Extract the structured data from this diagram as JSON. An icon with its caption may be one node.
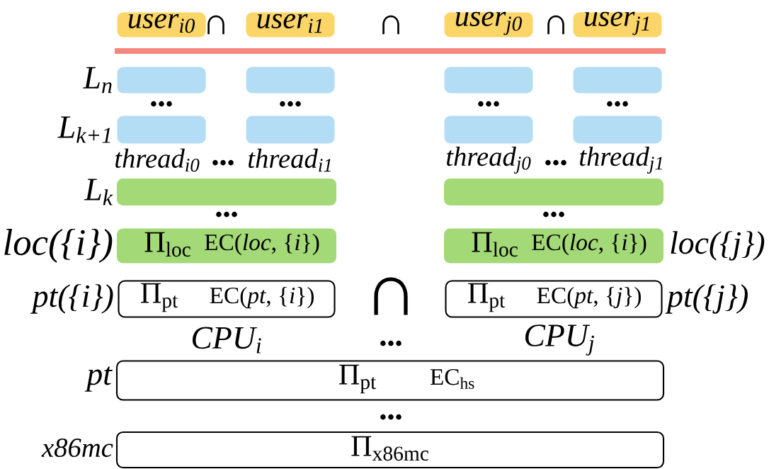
{
  "diagram": {
    "nodes": [
      {
        "text": [
          "user$_{i0}$"
        ]
      },
      {
        "text": [
          "user$_{i1}$"
        ]
      },
      {
        "text": [
          "user$_{j0}$"
        ]
      },
      {
        "text": [
          "user$_{j1}$"
        ]
      },
      {
        "text": [],
        "shape": "box"
      },
      {
        "text": [],
        "shape": "box"
      },
      {
        "text": [],
        "shape": "box"
      },
      {
        "text": [],
        "shape": "box"
      },
      {
        "text": [],
        "shape": "box"
      },
      {
        "text": [],
        "shape": "box"
      },
      {
        "text": [],
        "shape": "box"
      },
      {
        "text": [],
        "shape": "box"
      },
      {
        "text": [],
        "shape": "box"
      },
      {
        "text": [],
        "shape": "box"
      },
      {
        "text": [
          "Π$_{loc}$",
          "EC(*loc*, {*i*})"
        ]
      },
      {
        "text": [
          "Π$_{loc}$",
          "EC(*loc*, {*i*})"
        ]
      },
      {
        "text": [
          "Π$_{pt}$",
          "EC(*pt*, {*i*})"
        ]
      },
      {
        "text": [
          "Π$_{pt}$",
          "EC(*pt*, {*j*})"
        ]
      },
      {
        "text": [
          "Π$_{pt}$",
          "EC$_{hs}$"
        ]
      },
      {
        "text": [
          "Π$_{x86mc}$"
        ]
      }
    ],
    "labels": [
      "∩",
      "∩",
      "∩",
      "L$_{n}$",
      "•••",
      "•••",
      "•••",
      "•••",
      "L$_{k+1}$",
      "thread$_{i0}$",
      "•••",
      "thread$_{i1}$",
      "thread$_{j0}$",
      "•••",
      "thread$_{j1}$",
      "L$_{k}$",
      "•••",
      "•••",
      "loc({i})",
      "loc({j})",
      "pt({i})",
      "∩",
      "pt({j})",
      "CPU$_{i}$",
      "•••",
      "CPU$_{j}$",
      "pt",
      "•••",
      "x86mc"
    ]
  }
}
